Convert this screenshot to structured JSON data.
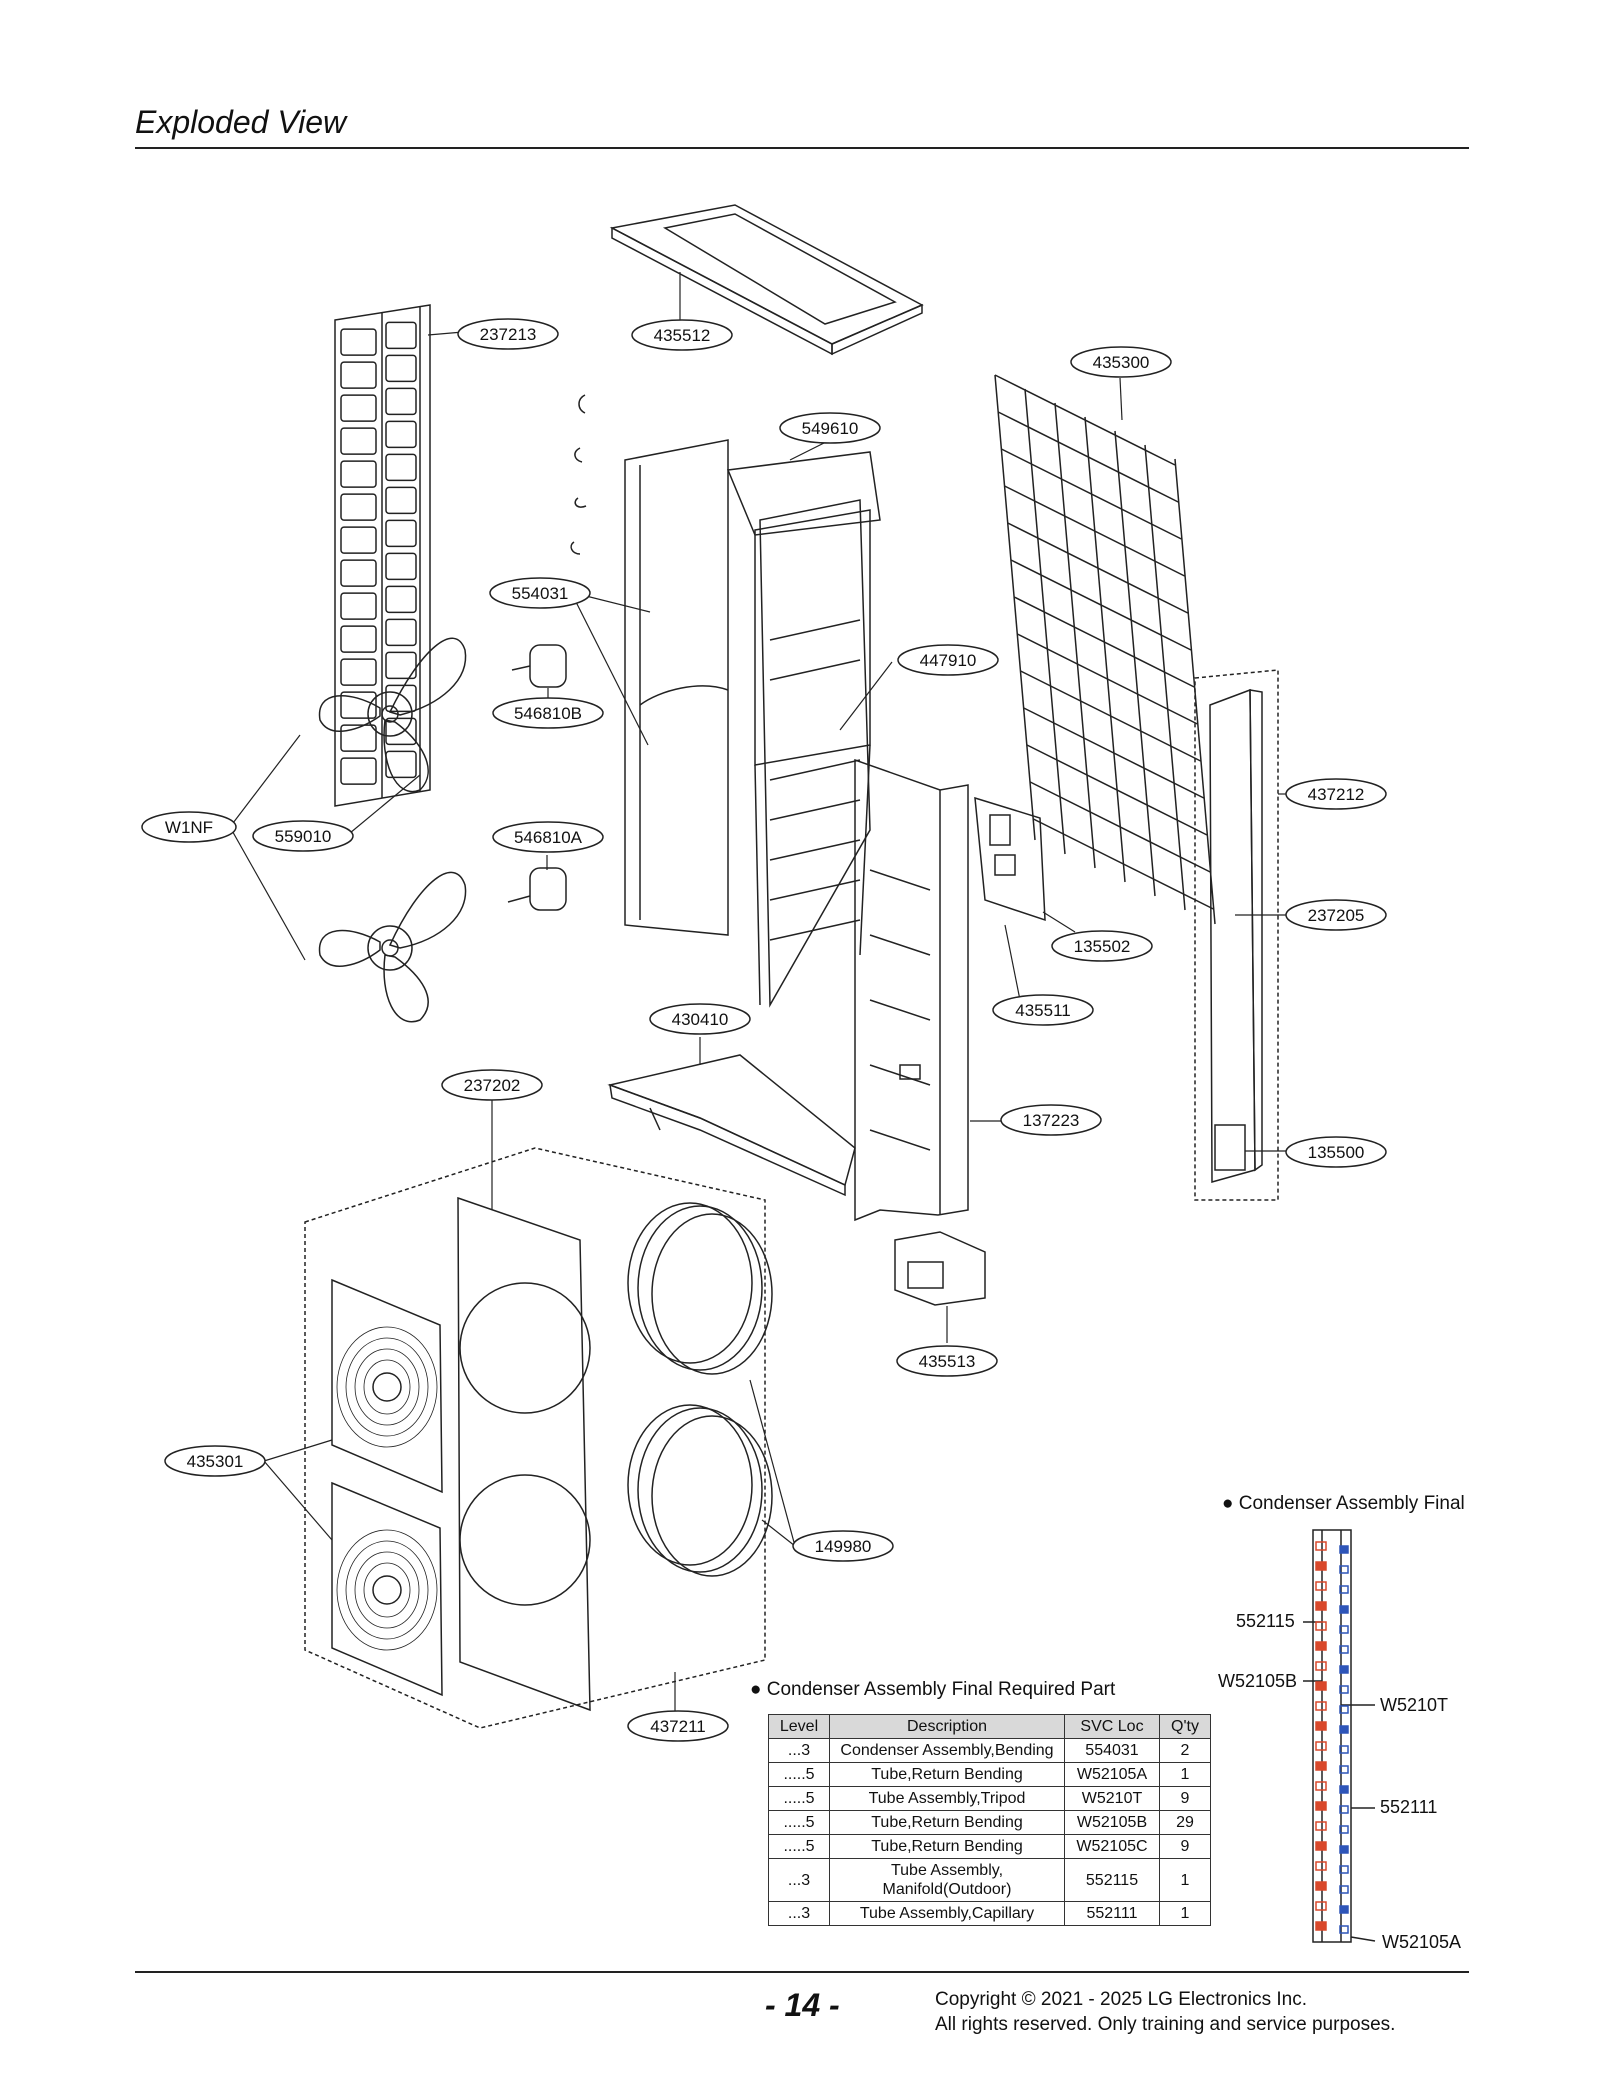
{
  "header": {
    "title": "Exploded View"
  },
  "callouts": [
    {
      "id": "237213",
      "label": "237213"
    },
    {
      "id": "435512",
      "label": "435512"
    },
    {
      "id": "435300",
      "label": "435300"
    },
    {
      "id": "549610",
      "label": "549610"
    },
    {
      "id": "554031",
      "label": "554031"
    },
    {
      "id": "447910",
      "label": "447910"
    },
    {
      "id": "546810B",
      "label": "546810B"
    },
    {
      "id": "437212",
      "label": "437212"
    },
    {
      "id": "W1NF",
      "label": "W1NF"
    },
    {
      "id": "559010",
      "label": "559010"
    },
    {
      "id": "546810A",
      "label": "546810A"
    },
    {
      "id": "237205",
      "label": "237205"
    },
    {
      "id": "135502",
      "label": "135502"
    },
    {
      "id": "435511",
      "label": "435511"
    },
    {
      "id": "430410",
      "label": "430410"
    },
    {
      "id": "237202",
      "label": "237202"
    },
    {
      "id": "137223",
      "label": "137223"
    },
    {
      "id": "135500",
      "label": "135500"
    },
    {
      "id": "435513",
      "label": "435513"
    },
    {
      "id": "435301",
      "label": "435301"
    },
    {
      "id": "149980",
      "label": "149980"
    },
    {
      "id": "437211",
      "label": "437211"
    }
  ],
  "condenser_inset": {
    "title": "● Condenser Assembly Final",
    "labels": [
      "552115",
      "W52105B",
      "W5210T",
      "552111",
      "W52105A"
    ]
  },
  "parts_table": {
    "title": "● Condenser Assembly Final Required Part",
    "headers": [
      "Level",
      "Description",
      "SVC Loc",
      "Q'ty"
    ],
    "rows": [
      [
        "...3",
        "Condenser Assembly,Bending",
        "554031",
        "2"
      ],
      [
        ".....5",
        "Tube,Return Bending",
        "W52105A",
        "1"
      ],
      [
        ".....5",
        "Tube Assembly,Tripod",
        "W5210T",
        "9"
      ],
      [
        ".....5",
        "Tube,Return Bending",
        "W52105B",
        "29"
      ],
      [
        ".....5",
        "Tube,Return Bending",
        "W52105C",
        "9"
      ],
      [
        "...3",
        "Tube Assembly,\nManifold(Outdoor)",
        "552115",
        "1"
      ],
      [
        "...3",
        "Tube Assembly,Capillary",
        "552111",
        "1"
      ]
    ]
  },
  "footer": {
    "page_number": "- 14 -",
    "copyright_line1": "Copyright © 2021 - 2025 LG Electronics Inc.",
    "copyright_line2": "All rights reserved. Only training and service purposes."
  },
  "colors": {
    "line": "#222222",
    "manifold_red": "#d9482b",
    "manifold_blue": "#2e55b8"
  }
}
